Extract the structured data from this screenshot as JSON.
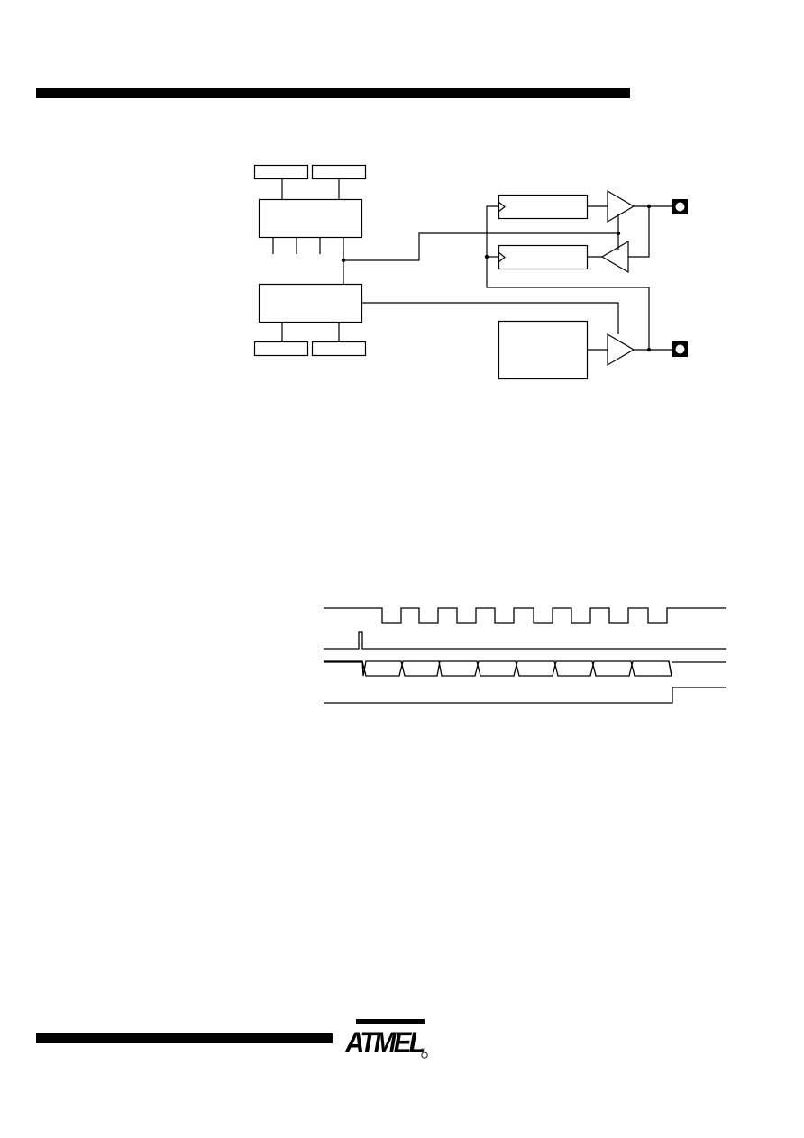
{
  "page": {
    "header_rule_color": "#000000",
    "footer_rule_color": "#000000"
  },
  "block_diagram": {
    "blocks": [],
    "labels": []
  },
  "timing_diagram": {
    "signals": [],
    "clock_low_pulses": 8,
    "data_bytes": 8
  },
  "footer": {
    "logo_text": "ATMEL",
    "registered_mark": "®"
  }
}
